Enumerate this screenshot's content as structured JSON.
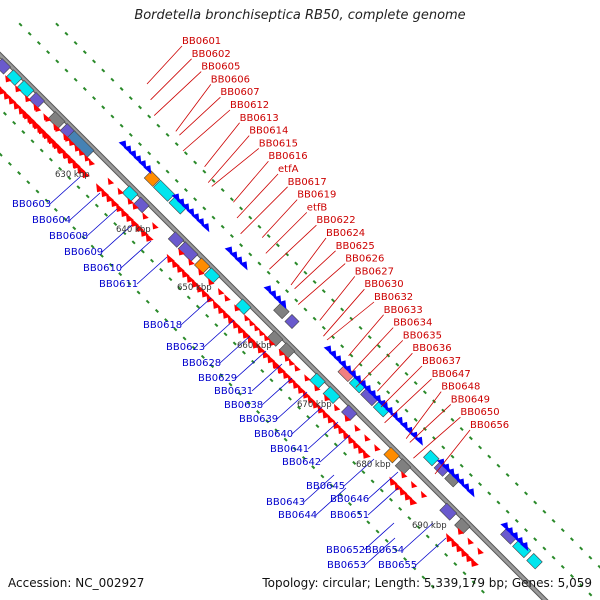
{
  "title": "Bordetella bronchiseptica RB50, complete genome",
  "footer": {
    "accession": "Accession: NC_002927",
    "summary": "Topology: circular; Length: 5,339,179 bp; Genes: 5,059"
  },
  "colors": {
    "backbone": "#999999",
    "backbone_edge": "#555555",
    "ticks": "#2a8a2a",
    "forward_label": "#cc0000",
    "reverse_label": "#0000cc",
    "gene_red": "#ff0000",
    "gene_blue": "#0000ff",
    "cds_cyan": "#00e5ee",
    "cds_slate": "#6a5acd",
    "cds_gray": "#808080",
    "cds_orange": "#ff8c00",
    "cds_green": "#32cd32",
    "cds_pink": "#f08080"
  },
  "scale_marks": [
    "630 kbp",
    "640 kbp",
    "650 kbp",
    "660 kbp",
    "670 kbp",
    "680 kbp",
    "690 kbp"
  ],
  "forward_genes": [
    "BB0601",
    "BB0602",
    "BB0605",
    "BB0606",
    "BB0607",
    "BB0612",
    "BB0613",
    "BB0614",
    "BB0615",
    "BB0616",
    "etfA",
    "BB0617",
    "BB0619",
    "etfB",
    "BB0622",
    "BB0624",
    "BB0625",
    "BB0626",
    "BB0627",
    "BB0630",
    "BB0632",
    "BB0633",
    "BB0634",
    "BB0635",
    "BB0636",
    "BB0637",
    "BB0647",
    "BB0648",
    "BB0649",
    "BB0650",
    "BB0656"
  ],
  "reverse_genes": [
    "BB0603",
    "BB0604",
    "BB0608",
    "BB0609",
    "BB0610",
    "BB0611",
    "BB0618",
    "BB0623",
    "BB0628",
    "BB0629",
    "BB0631",
    "BB0638",
    "BB0639",
    "BB0640",
    "BB0641",
    "BB0642",
    "BB0645",
    "BB0646",
    "BB0643",
    "BB0644",
    "BB0651",
    "BB0652",
    "BB0654",
    "BB0653",
    "BB0655"
  ]
}
